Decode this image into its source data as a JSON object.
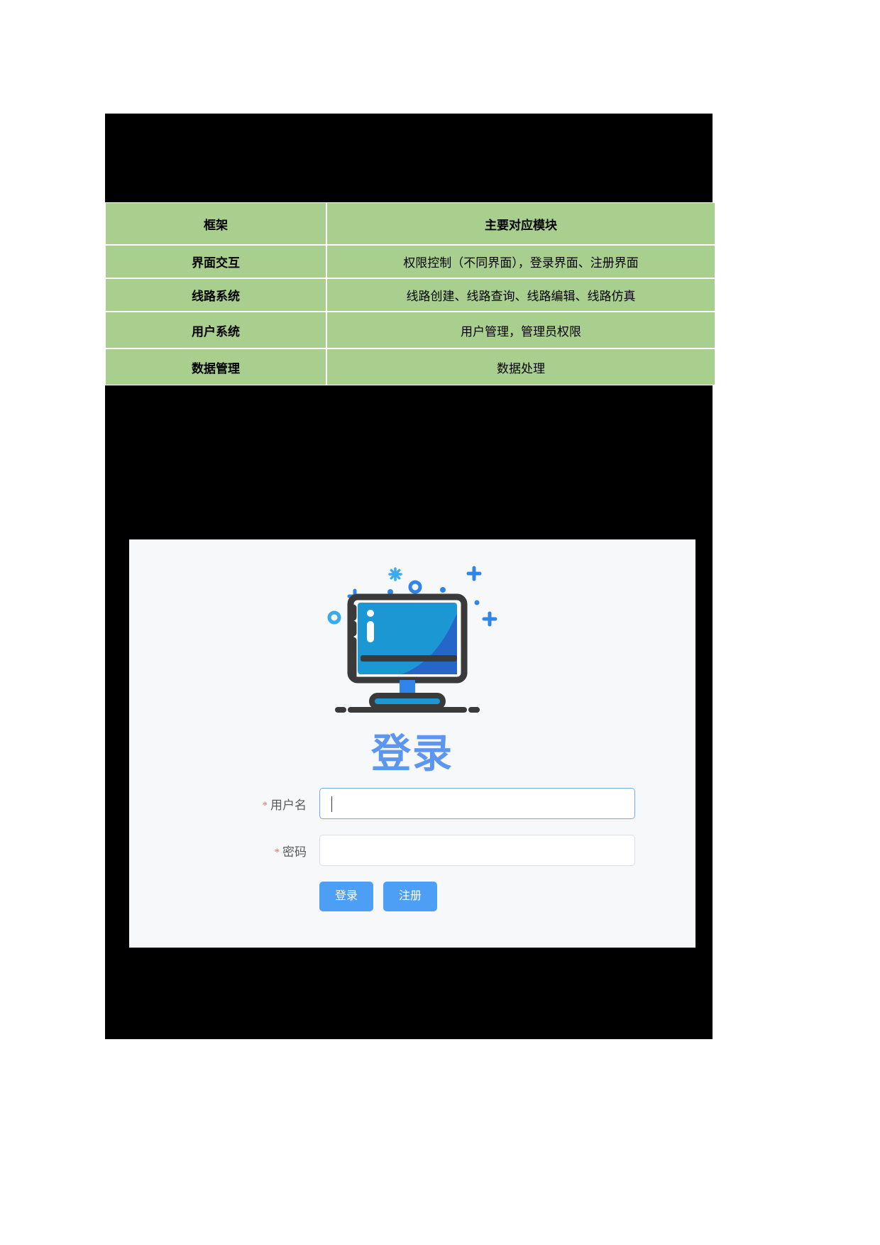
{
  "table": {
    "headers": [
      "框架",
      "主要对应模块"
    ],
    "rows": [
      {
        "frame": "界面交互",
        "modules": "权限控制（不同界面），登录界面、注册界面"
      },
      {
        "frame": "线路系统",
        "modules": "线路创建、线路查询、线路编辑、线路仿真"
      },
      {
        "frame": "用户系统",
        "modules": "用户管理，管理员权限"
      },
      {
        "frame": "数据管理",
        "modules": "数据处理"
      }
    ]
  },
  "login": {
    "title": "登录",
    "username": {
      "required_mark": "*",
      "label": "用户名",
      "value": "",
      "placeholder": ""
    },
    "password": {
      "required_mark": "*",
      "label": "密码",
      "value": "",
      "placeholder": ""
    },
    "login_button": "登录",
    "register_button": "注册",
    "colors": {
      "accent": "#4d9ef5",
      "title": "#5b96f0",
      "required": "#e8726a",
      "panel_bg": "#f7f8fa",
      "screen_blue": "#1b97d4",
      "screen_blue_dark": "#2566c8",
      "outline": "#3a3a3a"
    }
  },
  "table_colors": {
    "cell_bg": "#a9cf8f",
    "grid": "#ffffff",
    "canvas": "#000000"
  }
}
